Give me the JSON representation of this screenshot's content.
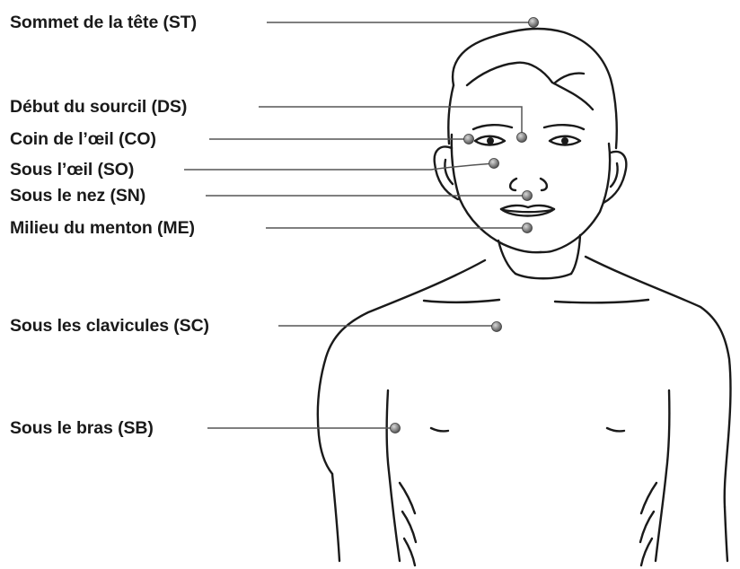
{
  "colors": {
    "outline": "#1a1a1a",
    "leader_line": "#555555",
    "point_fill": "#888888",
    "background": "#ffffff"
  },
  "points": [
    {
      "id": "st",
      "label": "Sommet de la tête (ST)"
    },
    {
      "id": "ds",
      "label": "Début du sourcil (DS)"
    },
    {
      "id": "co",
      "label": "Coin de l’œil (CO)"
    },
    {
      "id": "so",
      "label": "Sous l’œil (SO)"
    },
    {
      "id": "sn",
      "label": "Sous le nez (SN)"
    },
    {
      "id": "me",
      "label": "Milieu du menton (ME)"
    },
    {
      "id": "sc",
      "label": "Sous les clavicules (SC)"
    },
    {
      "id": "sb",
      "label": "Sous le bras (SB)"
    }
  ]
}
